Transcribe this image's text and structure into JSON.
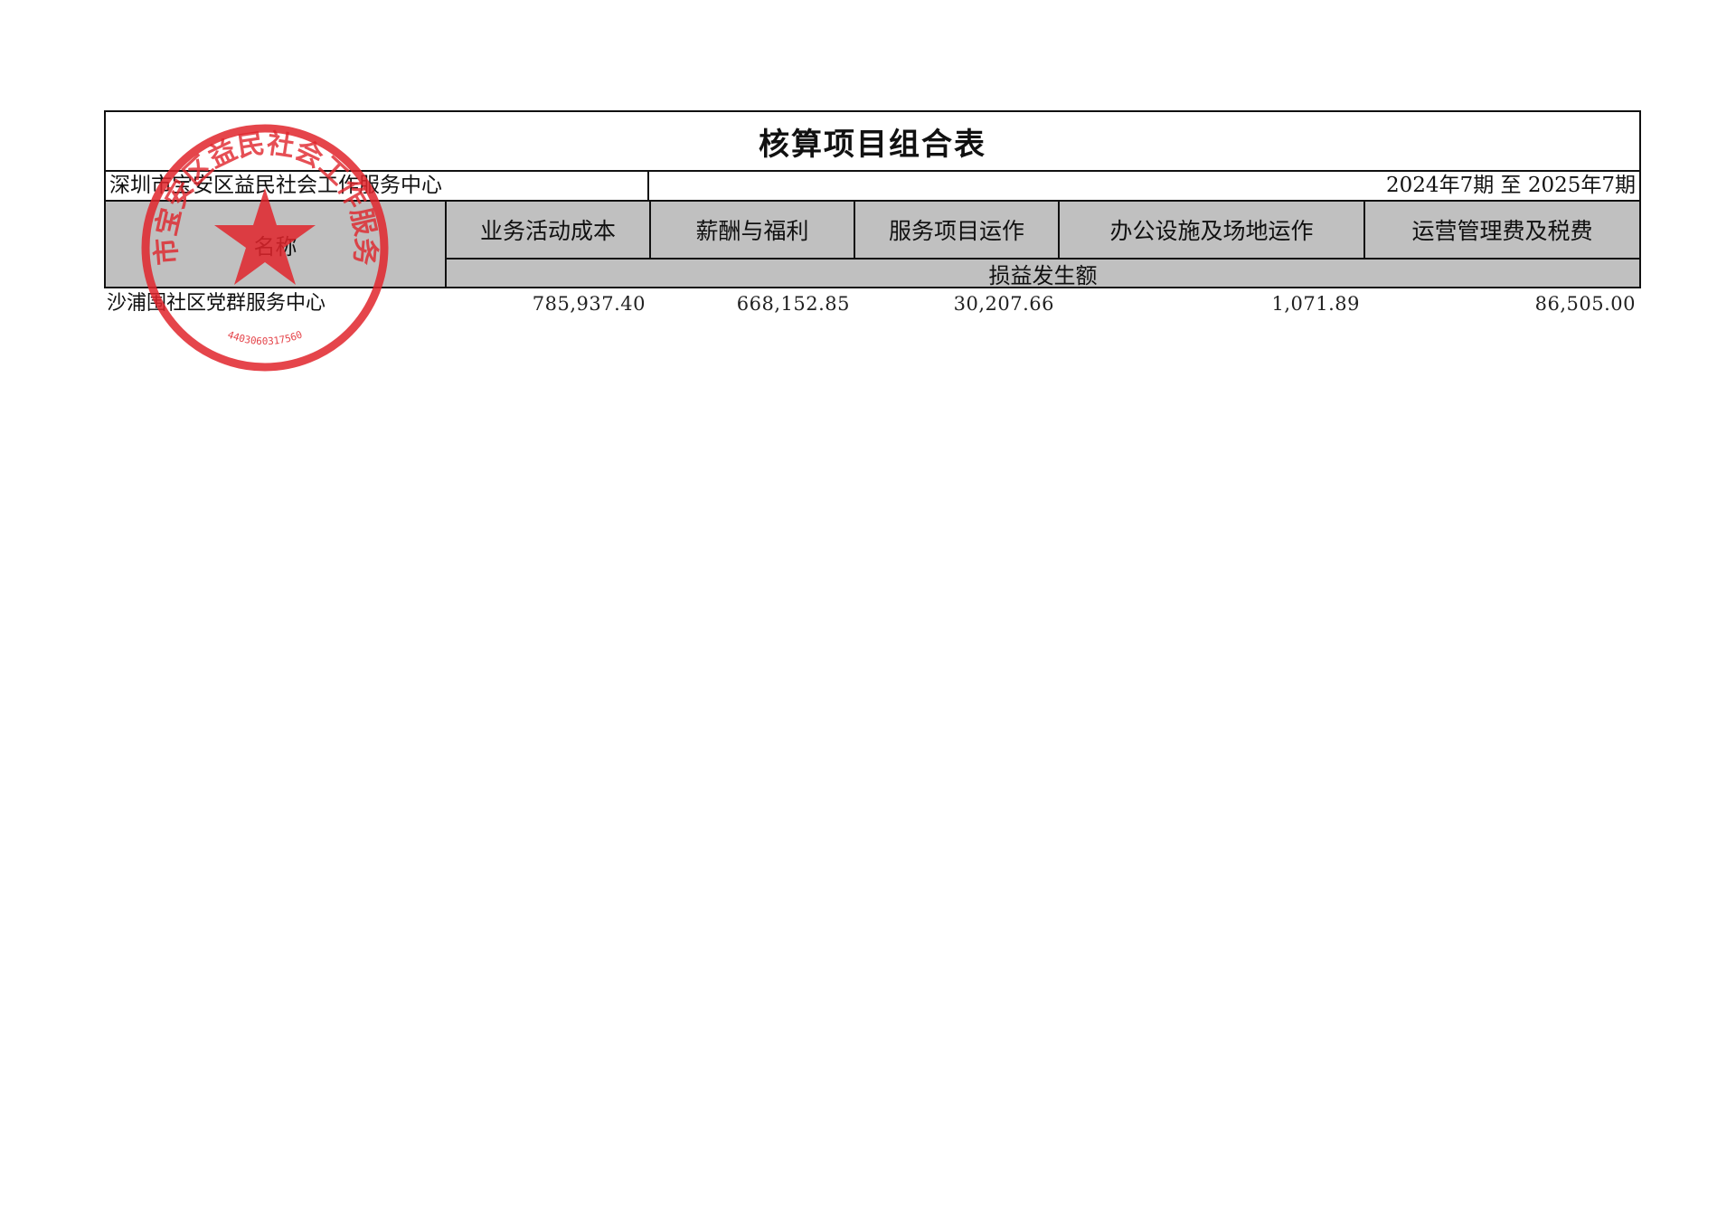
{
  "title": "核算项目组合表",
  "org_name": "深圳市宝安区益民社会工作服务中心",
  "period": "2024年7期  至  2025年7期",
  "header": {
    "name_label": "名称",
    "columns": [
      "业务活动成本",
      "薪酬与福利",
      "服务项目运作",
      "办公设施及场地运作",
      "运营管理费及税费"
    ],
    "sub_label": "损益发生额"
  },
  "rows": [
    {
      "name": "沙浦围社区党群服务中心",
      "values": [
        "785,937.40",
        "668,152.85",
        "30,207.66",
        "1,071.89",
        "86,505.00"
      ]
    }
  ],
  "seal": {
    "text": "深圳市宝安区益民社会工作服务中心",
    "number": "4403060317560",
    "color": "#e0242b",
    "icon": "star-icon"
  }
}
